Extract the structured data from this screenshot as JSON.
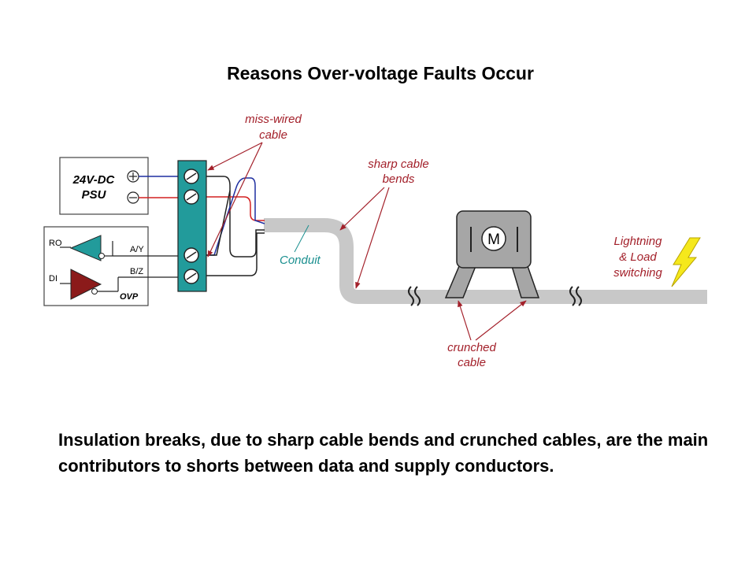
{
  "title": "Reasons Over-voltage Faults Occur",
  "psu": {
    "line1": "24V-DC",
    "line2": "PSU"
  },
  "transceiver": {
    "ro": "RO",
    "di": "DI",
    "ay": "A/Y",
    "bz": "B/Z",
    "ovp": "OVP"
  },
  "labels": {
    "miswired_1": "miss-wired",
    "miswired_2": "cable",
    "sharp_1": "sharp cable",
    "sharp_2": "bends",
    "conduit": "Conduit",
    "crunched_1": "crunched",
    "crunched_2": "cable",
    "lightning_1": "Lightning",
    "lightning_2": "& Load",
    "lightning_3": "switching"
  },
  "motor_label": "M",
  "caption": "Insulation breaks, due to sharp cable bends and crunched cables, are the main contributors to shorts between data and supply conductors.",
  "colors": {
    "teal": "#229b9b",
    "dark_red": "#8b1a1a",
    "annotation_red": "#a3202a",
    "conduit_gray": "#c8c8c8",
    "motor_gray": "#a6a6a6",
    "wire_blue": "#1f2fa0",
    "wire_red": "#d42020",
    "lightning_yellow": "#f5e81c"
  },
  "icons": [
    "plus-circle-icon",
    "minus-circle-icon",
    "screw-terminal-icon",
    "motor-icon",
    "lightning-bolt-icon"
  ]
}
